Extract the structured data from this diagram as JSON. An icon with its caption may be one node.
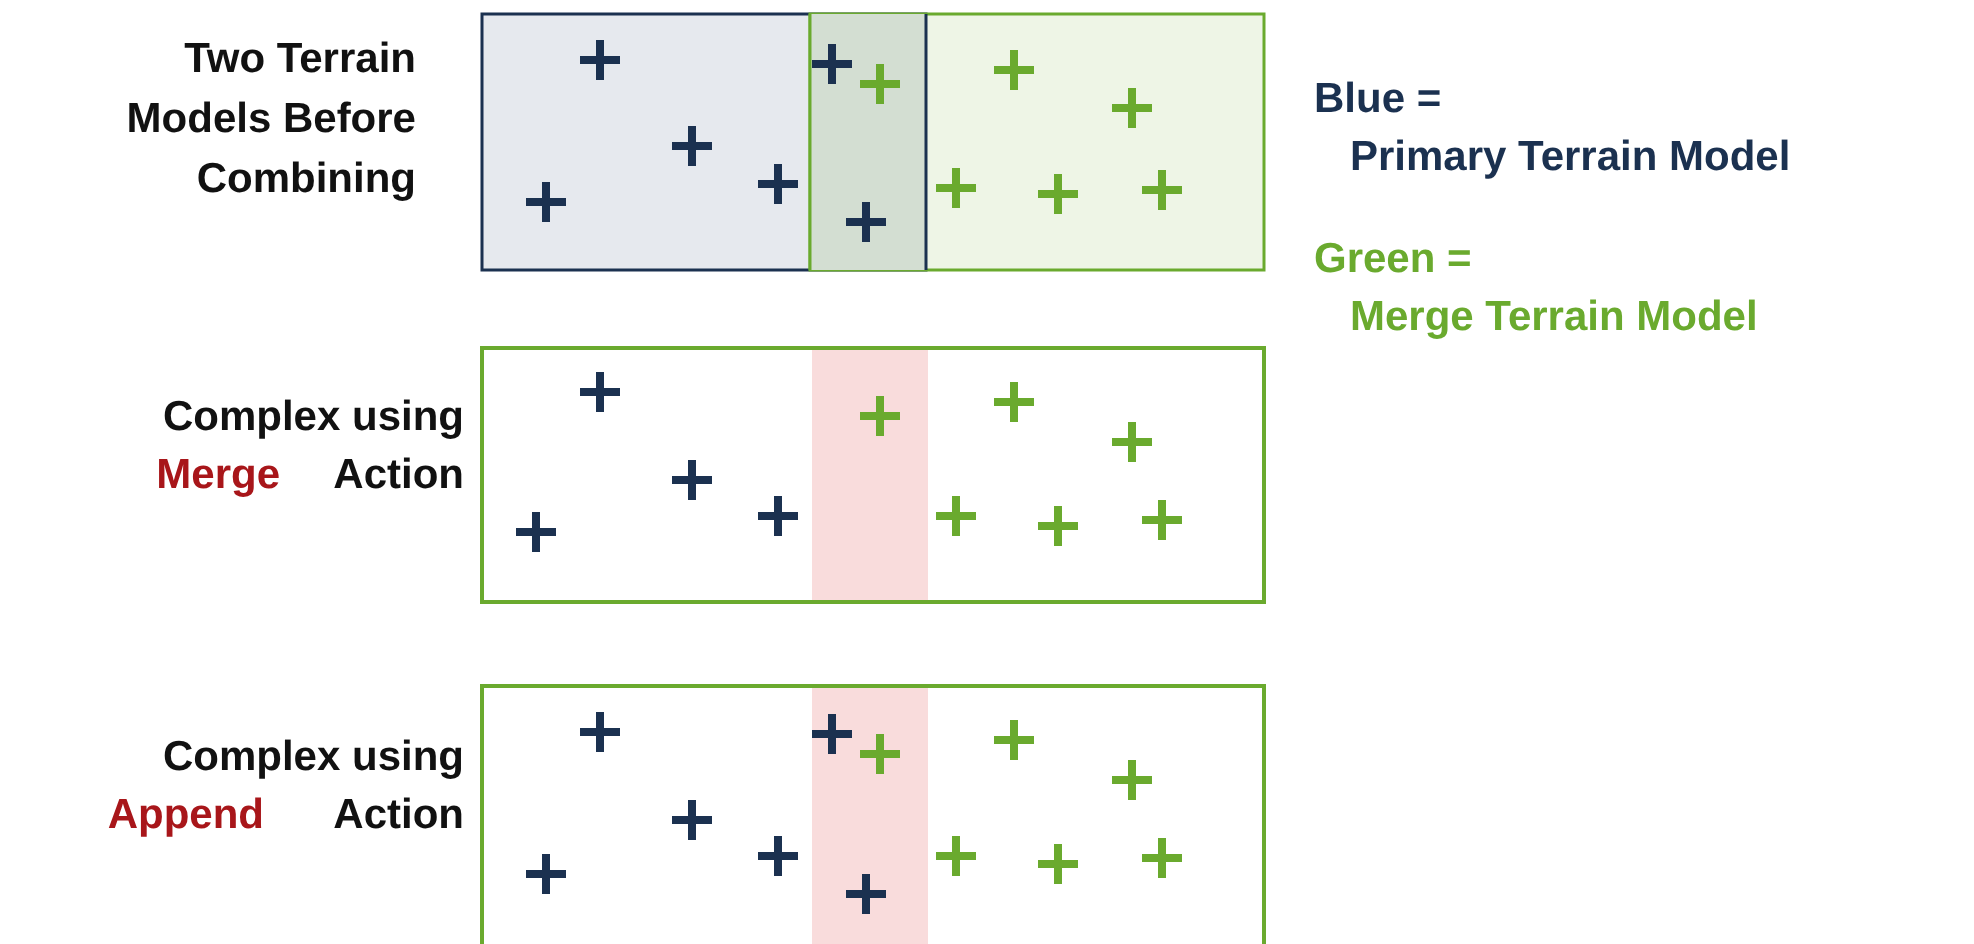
{
  "diagram": {
    "labels": [
      "Two Terrain Models Before Combining",
      "Complex using",
      "Merge",
      "Action",
      "Complex using",
      "Append",
      "Action",
      "Blue =",
      "Primary Terrain Model",
      "Green =",
      "Merge Terrain Model"
    ]
  }
}
